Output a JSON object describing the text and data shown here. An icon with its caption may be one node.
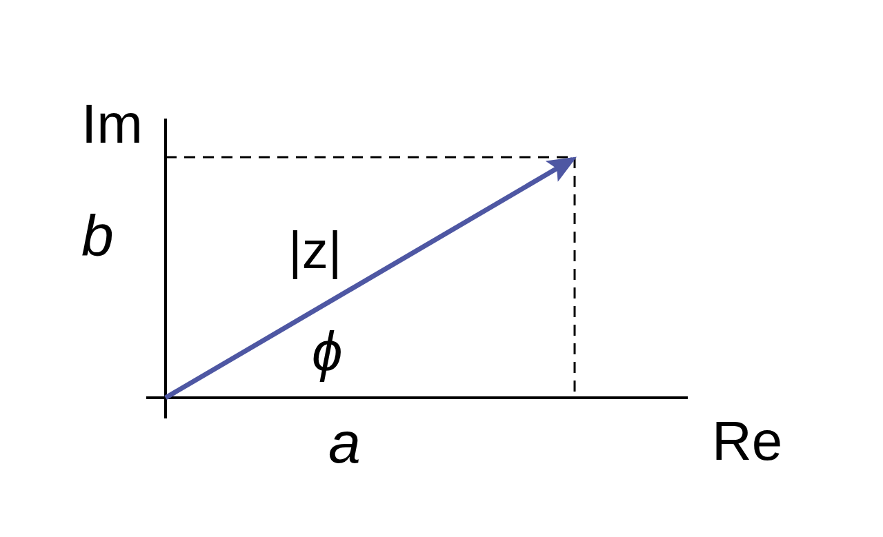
{
  "diagram": {
    "labels": [
      "Im",
      "b",
      "|z|",
      "ϕ",
      "a",
      "Re"
    ]
  }
}
